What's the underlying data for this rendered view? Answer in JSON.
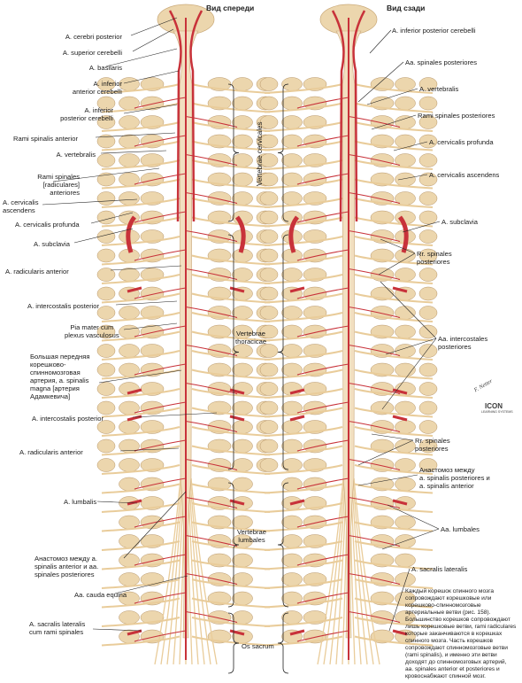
{
  "titles": {
    "front": "Вид спереди",
    "back": "Вид сзади"
  },
  "left_labels": {
    "cerebri_posterior": "A. cerebri posterior",
    "superior_cerebelli": "A. superior cerebelli",
    "basilaris": "A. basilaris",
    "inferior_anterior_cerebelli": "A. inferior\nanterior cerebelli",
    "inferior_posterior_cerebelli": "A. inferior\nposterior cerebelli",
    "rami_spinalis_anterior": "Rami spinalis anterior",
    "vertebralis": "A. vertebralis",
    "rami_spinales_radiculares": "Rami spinales\n[radiculares]\nanteriores",
    "cervicalis_ascendens": "A. cervicalis\nascendens",
    "cervicalis_profunda": "A. cervicalis profunda",
    "subclavia": "A. subclavia",
    "radicularis_anterior_top": "A. radicularis anterior",
    "intercostalis_posterior_top": "A. intercostalis posterior",
    "pia_mater": "Pia mater cum\nplexus vasculosus",
    "adamkiewicz": "Большая передняя\nкорешково-\nспинномозговая\nартерия, a. spinalis\nmagna [артерия\nАдамкевича]",
    "intercostalis_posterior_mid": "A. intercostalis posterior",
    "radicularis_anterior_low": "A. radicularis anterior",
    "lumbalis": "A. lumbalis",
    "anastomosis_front": "Анастомоз между a.\nspinalis anterior и  aa.\nspinales posteriores",
    "cauda_equina": "Aa. cauda equina",
    "sacralis_lateralis": "A. sacralis lateralis\ncum rami spinales"
  },
  "center_labels": {
    "cervicales": "Vertebrae cervicales",
    "thoracicae": "Vertebrae\nthoracicae",
    "lumbales": "Vertebrae\nlumbales",
    "sacrum": "Os sacrum"
  },
  "right_labels": {
    "inferior_posterior_cerebelli": "A. inferior posterior cerebelli",
    "spinales_posteriores": "Aa. spinales posteriores",
    "vertebralis": "A. vertebralis",
    "rami_spinales_posteriores": "Rami spinales posteriores",
    "cervicalis_profunda": "A. cervicalis profunda",
    "cervicalis_ascendens": "A. cervicalis ascendens",
    "subclavia": "A. subclavia",
    "rr_spinales_posteriores_top": "Rr. spinales\nposteriores",
    "intercostales_posteriores": "Aa. intercostales\nposteriores",
    "rr_spinales_posteriores_low": "Rr. spinales\nposteriores",
    "anastomosis_back": "Анастомоз между\na. spinalis posteriores и\na. spinalis anterior",
    "lumbales": "Aa. lumbales",
    "sacralis_lateralis": "A. sacralis lateralis"
  },
  "note": "Каждый корешок спинного мозга\nсопровождают корешковые или\nкорешково-спинномозговые\nартериальные ветви (рис. 158).\nБольшинство корешков сопровождают\nлишь корешковые ветви, rami radiculares\nкоторые заканчиваются в корешках\nспинного мозга. Часть корешков\nсопровождают спинномозговые ветви\n(rami spinalis), и именно эти ветви\nдоходят до спинномозговых артерий,\naa. spinales anterior et posteriores и\nкровоснабжают спинной мозг.",
  "logo": {
    "signature": "F. Netter",
    "brand": "ICON",
    "brand_sub": "LEARNING SYSTEMS"
  },
  "colors": {
    "artery": "#c8323a",
    "nerve": "#e9cc9a",
    "cord": "#f2dfc0",
    "bone": "#ecd6ad",
    "line": "#222222"
  }
}
